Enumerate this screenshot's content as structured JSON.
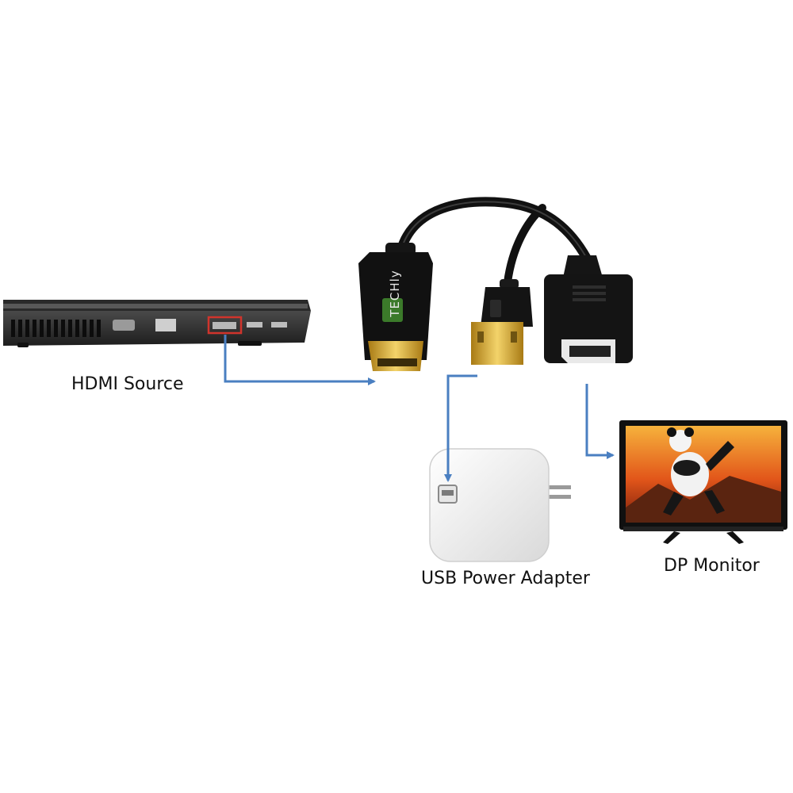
{
  "labels": {
    "hdmi_source": "HDMI Source",
    "usb_power_adapter": "USB Power Adapter",
    "dp_monitor": "DP Monitor"
  },
  "brand_logo": "TECHly",
  "colors": {
    "arrow": "#4a7fc1",
    "highlight": "#d0342c",
    "gold": "#d4a72c",
    "cable": "#111111"
  },
  "icons": [
    "laptop-icon",
    "hdmi-adapter-icon",
    "usb-plug-icon",
    "displayport-socket-icon",
    "usb-power-adapter-icon",
    "monitor-icon"
  ]
}
